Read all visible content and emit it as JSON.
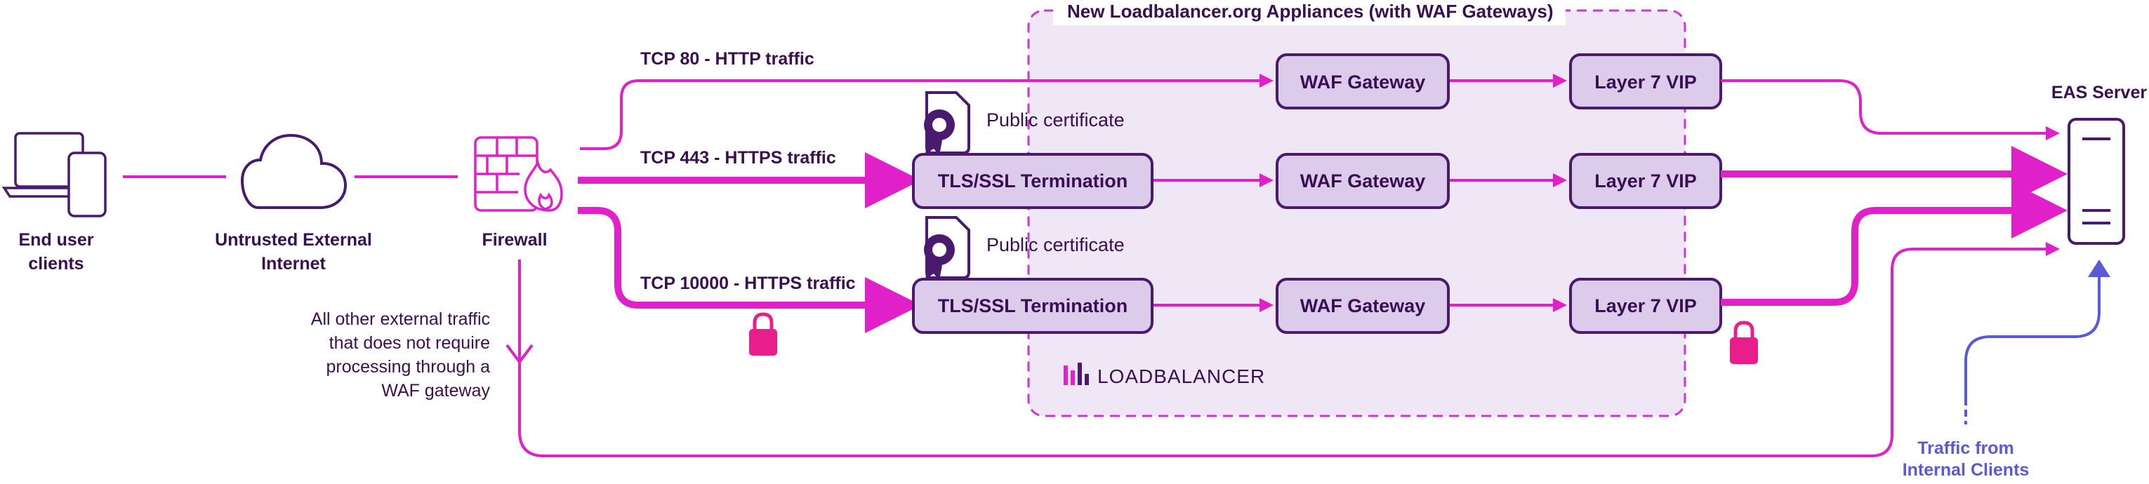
{
  "appliance_group": {
    "title": "New Loadbalancer.org Appliances (with WAF Gateways)"
  },
  "nodes": {
    "end_user": {
      "line1": "End user",
      "line2": "clients"
    },
    "internet": {
      "line1": "Untrusted External",
      "line2": "Internet"
    },
    "firewall": {
      "label": "Firewall"
    },
    "eas_server": {
      "label": "EAS Server"
    }
  },
  "traffic": {
    "tcp80": "TCP 80 - HTTP traffic",
    "tcp443": "TCP 443 - HTTPS traffic",
    "tcp10000": "TCP 10000 - HTTPS traffic"
  },
  "boxes": {
    "waf_gateway": "WAF Gateway",
    "layer7_vip": "Layer 7 VIP",
    "tls_termination": "TLS/SSL Termination"
  },
  "certificate": {
    "label": "Public certificate"
  },
  "other_traffic": {
    "line1": "All other external traffic",
    "line2": "that does not require",
    "line3": "processing through a",
    "line4": "WAF gateway"
  },
  "internal": {
    "line1": "Traffic from",
    "line2": "Internal Clients"
  },
  "brand": {
    "logo_text": "LOADBALANCER"
  },
  "colors": {
    "magenta": "#e020c8",
    "purple": "#4a1a6e",
    "box_fill": "#dccbeb",
    "region_fill": "#efe6f6",
    "blue": "#5a5ad6",
    "pink": "#e91e8c"
  }
}
